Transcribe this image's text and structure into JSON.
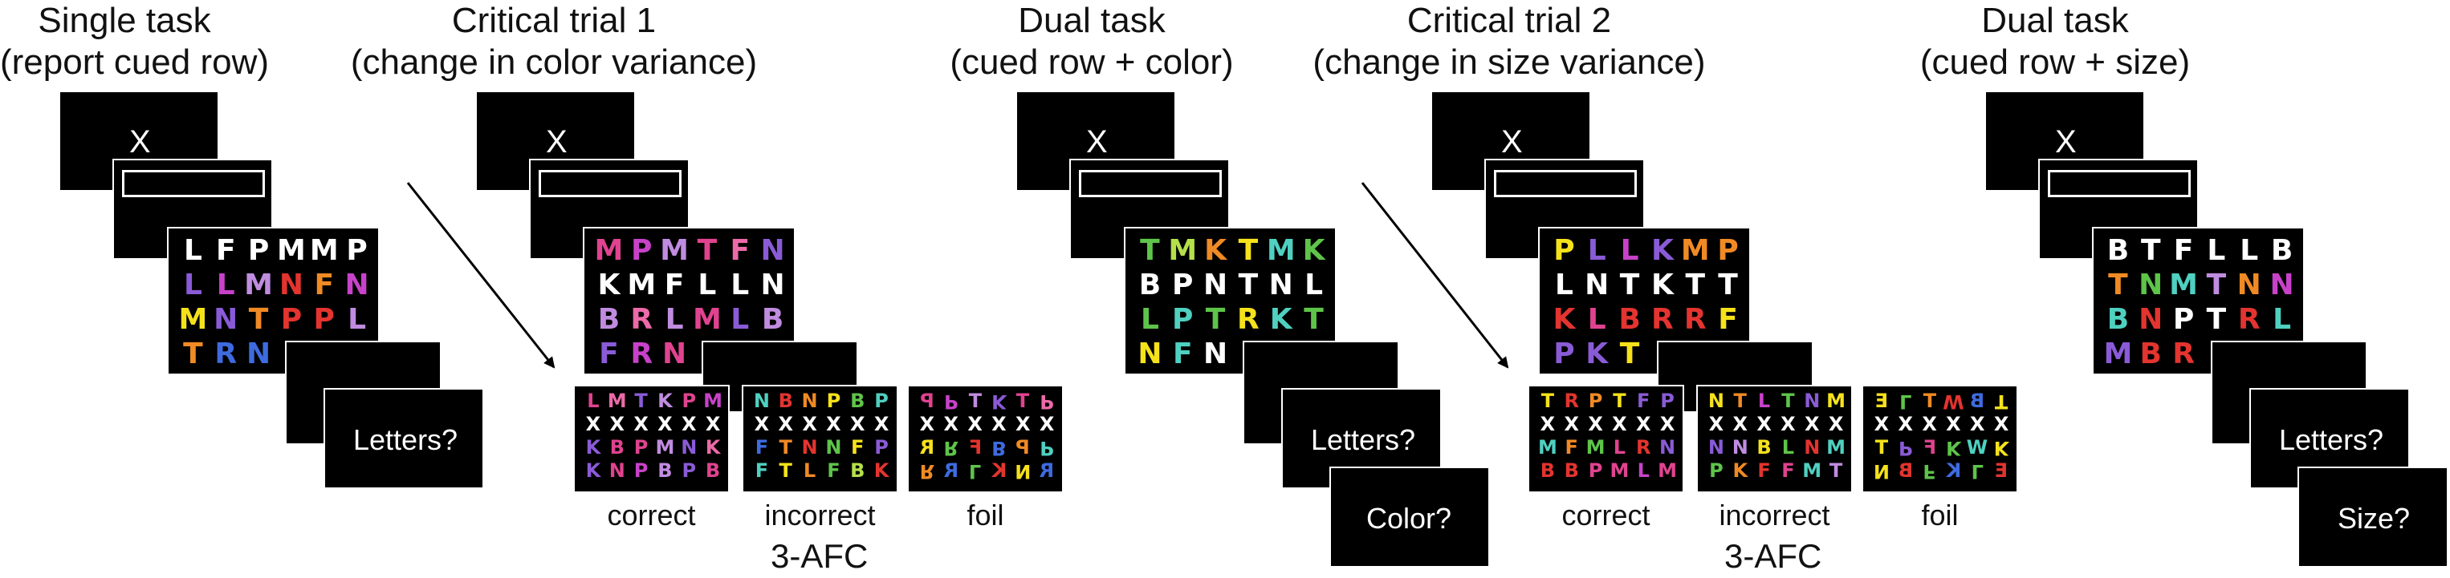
{
  "titles": {
    "single": [
      "Single task",
      "(report cued row)"
    ],
    "critical1": [
      "Critical trial 1",
      "(change in color variance)"
    ],
    "dual1": [
      "Dual task",
      "(cued row + color)"
    ],
    "critical2": [
      "Critical trial 2",
      "(change in size variance)"
    ],
    "dual2": [
      "Dual task",
      "(cued row + size)"
    ]
  },
  "fixation": "X",
  "prompts": {
    "letters": "Letters?",
    "color": "Color?",
    "size": "Size?"
  },
  "captions": {
    "correct": "correct",
    "incorrect": "incorrect",
    "foil": "foil",
    "afc": "3-AFC"
  },
  "colors": {
    "white": "#ffffff",
    "pink": "#e0438f",
    "purple": "#8a5bd6",
    "magenta": "#c742c9",
    "red": "#e3342f",
    "orange": "#f08a24",
    "yellow": "#f5e21b",
    "green": "#5ec44a",
    "teal": "#4fd0c0",
    "blue": "#3f6be0",
    "lavender": "#c08ce0",
    "rose": "#ec6aa8",
    "lime": "#b4e04a"
  },
  "arrays": {
    "single": [
      [
        [
          "L",
          "white"
        ],
        [
          "F",
          "white"
        ],
        [
          "P",
          "white"
        ],
        [
          "M",
          "white"
        ],
        [
          "M",
          "white"
        ],
        [
          "P",
          "white"
        ]
      ],
      [
        [
          "L",
          "purple"
        ],
        [
          "L",
          "magenta"
        ],
        [
          "M",
          "lavender"
        ],
        [
          "N",
          "red"
        ],
        [
          "F",
          "orange"
        ],
        [
          "N",
          "magenta"
        ]
      ],
      [
        [
          "M",
          "yellow"
        ],
        [
          "N",
          "purple"
        ],
        [
          "T",
          "orange"
        ],
        [
          "P",
          "red"
        ],
        [
          "P",
          "red"
        ],
        [
          "L",
          "lavender"
        ]
      ],
      [
        [
          "T",
          "orange"
        ],
        [
          "R",
          "blue"
        ],
        [
          "N",
          "blue"
        ],
        [
          "",
          ""
        ],
        [
          "",
          ""
        ],
        [
          "",
          ""
        ]
      ]
    ],
    "critical1": [
      [
        [
          "M",
          "pink"
        ],
        [
          "P",
          "magenta"
        ],
        [
          "M",
          "lavender"
        ],
        [
          "T",
          "pink"
        ],
        [
          "F",
          "rose"
        ],
        [
          "N",
          "purple"
        ]
      ],
      [
        [
          "K",
          "white"
        ],
        [
          "M",
          "white"
        ],
        [
          "F",
          "white"
        ],
        [
          "L",
          "white"
        ],
        [
          "L",
          "white"
        ],
        [
          "N",
          "white"
        ]
      ],
      [
        [
          "B",
          "lavender"
        ],
        [
          "R",
          "rose"
        ],
        [
          "L",
          "lavender"
        ],
        [
          "M",
          "pink"
        ],
        [
          "L",
          "purple"
        ],
        [
          "B",
          "lavender"
        ]
      ],
      [
        [
          "F",
          "purple"
        ],
        [
          "R",
          "magenta"
        ],
        [
          "N",
          "pink"
        ],
        [
          "",
          ""
        ],
        [
          "",
          ""
        ],
        [
          "",
          ""
        ]
      ]
    ],
    "dual1": [
      [
        [
          "T",
          "green"
        ],
        [
          "M",
          "lime"
        ],
        [
          "K",
          "orange"
        ],
        [
          "T",
          "yellow"
        ],
        [
          "M",
          "teal"
        ],
        [
          "K",
          "green"
        ]
      ],
      [
        [
          "B",
          "white"
        ],
        [
          "P",
          "white"
        ],
        [
          "N",
          "white"
        ],
        [
          "T",
          "white"
        ],
        [
          "N",
          "white"
        ],
        [
          "L",
          "white"
        ]
      ],
      [
        [
          "L",
          "green"
        ],
        [
          "P",
          "teal"
        ],
        [
          "T",
          "green"
        ],
        [
          "R",
          "yellow"
        ],
        [
          "K",
          "teal"
        ],
        [
          "T",
          "green"
        ]
      ],
      [
        [
          "N",
          "yellow"
        ],
        [
          "F",
          "teal"
        ],
        [
          "N",
          "white"
        ],
        [
          "",
          ""
        ],
        [
          "",
          ""
        ],
        [
          "",
          ""
        ]
      ]
    ],
    "critical2": [
      [
        [
          "P",
          "yellow"
        ],
        [
          "L",
          "purple"
        ],
        [
          "L",
          "magenta"
        ],
        [
          "K",
          "purple"
        ],
        [
          "M",
          "orange"
        ],
        [
          "P",
          "orange"
        ]
      ],
      [
        [
          "L",
          "white"
        ],
        [
          "N",
          "white"
        ],
        [
          "T",
          "white"
        ],
        [
          "K",
          "white"
        ],
        [
          "T",
          "white"
        ],
        [
          "T",
          "white"
        ]
      ],
      [
        [
          "K",
          "red"
        ],
        [
          "L",
          "pink"
        ],
        [
          "B",
          "red"
        ],
        [
          "R",
          "red"
        ],
        [
          "R",
          "red"
        ],
        [
          "F",
          "yellow"
        ]
      ],
      [
        [
          "P",
          "purple"
        ],
        [
          "K",
          "purple"
        ],
        [
          "T",
          "yellow"
        ],
        [
          "",
          ""
        ],
        [
          "",
          ""
        ],
        [
          "",
          ""
        ]
      ]
    ],
    "dual2": [
      [
        [
          "B",
          "white"
        ],
        [
          "T",
          "white"
        ],
        [
          "F",
          "white"
        ],
        [
          "L",
          "white"
        ],
        [
          "L",
          "white"
        ],
        [
          "B",
          "white"
        ]
      ],
      [
        [
          "T",
          "orange"
        ],
        [
          "N",
          "green"
        ],
        [
          "M",
          "teal"
        ],
        [
          "T",
          "lavender"
        ],
        [
          "N",
          "orange"
        ],
        [
          "N",
          "magenta"
        ]
      ],
      [
        [
          "B",
          "teal"
        ],
        [
          "N",
          "red"
        ],
        [
          "P",
          "white"
        ],
        [
          "T",
          "white"
        ],
        [
          "R",
          "red"
        ],
        [
          "L",
          "teal"
        ]
      ],
      [
        [
          "M",
          "purple"
        ],
        [
          "B",
          "red"
        ],
        [
          "R",
          "red"
        ],
        [
          "",
          ""
        ],
        [
          "",
          ""
        ],
        [
          "",
          ""
        ]
      ]
    ],
    "c1_correct": [
      [
        [
          "L",
          "pink"
        ],
        [
          "M",
          "rose"
        ],
        [
          "T",
          "purple"
        ],
        [
          "K",
          "lavender"
        ],
        [
          "P",
          "pink"
        ],
        [
          "M",
          "magenta"
        ]
      ],
      [
        [
          "X",
          "white"
        ],
        [
          "X",
          "white"
        ],
        [
          "X",
          "white"
        ],
        [
          "X",
          "white"
        ],
        [
          "X",
          "white"
        ],
        [
          "X",
          "white"
        ]
      ],
      [
        [
          "K",
          "purple"
        ],
        [
          "B",
          "pink"
        ],
        [
          "P",
          "pink"
        ],
        [
          "M",
          "lavender"
        ],
        [
          "N",
          "purple"
        ],
        [
          "K",
          "rose"
        ]
      ],
      [
        [
          "K",
          "purple"
        ],
        [
          "N",
          "pink"
        ],
        [
          "P",
          "magenta"
        ],
        [
          "B",
          "lavender"
        ],
        [
          "P",
          "purple"
        ],
        [
          "B",
          "pink"
        ]
      ]
    ],
    "c1_incorrect": [
      [
        [
          "N",
          "teal"
        ],
        [
          "B",
          "red"
        ],
        [
          "N",
          "orange"
        ],
        [
          "P",
          "yellow"
        ],
        [
          "B",
          "green"
        ],
        [
          "P",
          "teal"
        ]
      ],
      [
        [
          "X",
          "white"
        ],
        [
          "X",
          "white"
        ],
        [
          "X",
          "white"
        ],
        [
          "X",
          "white"
        ],
        [
          "X",
          "white"
        ],
        [
          "X",
          "white"
        ]
      ],
      [
        [
          "F",
          "blue"
        ],
        [
          "T",
          "orange"
        ],
        [
          "N",
          "red"
        ],
        [
          "N",
          "green"
        ],
        [
          "F",
          "yellow"
        ],
        [
          "P",
          "purple"
        ]
      ],
      [
        [
          "F",
          "teal"
        ],
        [
          "T",
          "yellow"
        ],
        [
          "L",
          "orange"
        ],
        [
          "F",
          "green"
        ],
        [
          "B",
          "lime"
        ],
        [
          "K",
          "red"
        ]
      ]
    ],
    "c1_foil": [
      [
        [
          "P",
          "pink"
        ],
        [
          "P",
          "magenta"
        ],
        [
          "T",
          "lavender"
        ],
        [
          "K",
          "purple"
        ],
        [
          "T",
          "pink"
        ],
        [
          "P",
          "rose"
        ]
      ],
      [
        [
          "X",
          "white"
        ],
        [
          "X",
          "white"
        ],
        [
          "X",
          "white"
        ],
        [
          "X",
          "white"
        ],
        [
          "X",
          "white"
        ],
        [
          "X",
          "white"
        ]
      ],
      [
        [
          "R",
          "yellow"
        ],
        [
          "R",
          "green"
        ],
        [
          "F",
          "red"
        ],
        [
          "B",
          "blue"
        ],
        [
          "P",
          "orange"
        ],
        [
          "P",
          "teal"
        ]
      ],
      [
        [
          "R",
          "orange"
        ],
        [
          "R",
          "blue"
        ],
        [
          "L",
          "green"
        ],
        [
          "K",
          "red"
        ],
        [
          "N",
          "yellow"
        ],
        [
          "R",
          "blue"
        ]
      ]
    ],
    "c2_correct": [
      [
        [
          "T",
          "yellow"
        ],
        [
          "R",
          "red"
        ],
        [
          "P",
          "orange"
        ],
        [
          "T",
          "yellow"
        ],
        [
          "F",
          "purple"
        ],
        [
          "P",
          "purple"
        ]
      ],
      [
        [
          "X",
          "white"
        ],
        [
          "X",
          "white"
        ],
        [
          "X",
          "white"
        ],
        [
          "X",
          "white"
        ],
        [
          "X",
          "white"
        ],
        [
          "X",
          "white"
        ]
      ],
      [
        [
          "M",
          "teal"
        ],
        [
          "F",
          "orange"
        ],
        [
          "M",
          "green"
        ],
        [
          "L",
          "pink"
        ],
        [
          "R",
          "red"
        ],
        [
          "N",
          "purple"
        ]
      ],
      [
        [
          "B",
          "red"
        ],
        [
          "B",
          "red"
        ],
        [
          "P",
          "pink"
        ],
        [
          "M",
          "pink"
        ],
        [
          "L",
          "magenta"
        ],
        [
          "M",
          "pink"
        ]
      ]
    ],
    "c2_incorrect": [
      [
        [
          "N",
          "yellow"
        ],
        [
          "T",
          "orange"
        ],
        [
          "L",
          "magenta"
        ],
        [
          "T",
          "green"
        ],
        [
          "N",
          "purple"
        ],
        [
          "M",
          "yellow"
        ]
      ],
      [
        [
          "X",
          "white"
        ],
        [
          "X",
          "white"
        ],
        [
          "X",
          "white"
        ],
        [
          "X",
          "white"
        ],
        [
          "X",
          "white"
        ],
        [
          "X",
          "white"
        ]
      ],
      [
        [
          "N",
          "purple"
        ],
        [
          "N",
          "lavender"
        ],
        [
          "B",
          "yellow"
        ],
        [
          "L",
          "green"
        ],
        [
          "N",
          "red"
        ],
        [
          "M",
          "teal"
        ]
      ],
      [
        [
          "P",
          "green"
        ],
        [
          "K",
          "orange"
        ],
        [
          "F",
          "red"
        ],
        [
          "F",
          "pink"
        ],
        [
          "M",
          "teal"
        ],
        [
          "T",
          "lavender"
        ]
      ]
    ],
    "c2_foil": [
      [
        [
          "E",
          "yellow"
        ],
        [
          "L",
          "green"
        ],
        [
          "T",
          "orange"
        ],
        [
          "W",
          "red"
        ],
        [
          "B",
          "blue"
        ],
        [
          "T",
          "yellow"
        ]
      ],
      [
        [
          "X",
          "white"
        ],
        [
          "X",
          "white"
        ],
        [
          "X",
          "white"
        ],
        [
          "X",
          "white"
        ],
        [
          "X",
          "white"
        ],
        [
          "X",
          "white"
        ]
      ],
      [
        [
          "T",
          "yellow"
        ],
        [
          "P",
          "purple"
        ],
        [
          "F",
          "pink"
        ],
        [
          "K",
          "green"
        ],
        [
          "W",
          "teal"
        ],
        [
          "K",
          "yellow"
        ]
      ],
      [
        [
          "N",
          "yellow"
        ],
        [
          "B",
          "red"
        ],
        [
          "F",
          "green"
        ],
        [
          "K",
          "blue"
        ],
        [
          "L",
          "green"
        ],
        [
          "E",
          "red"
        ]
      ]
    ]
  }
}
